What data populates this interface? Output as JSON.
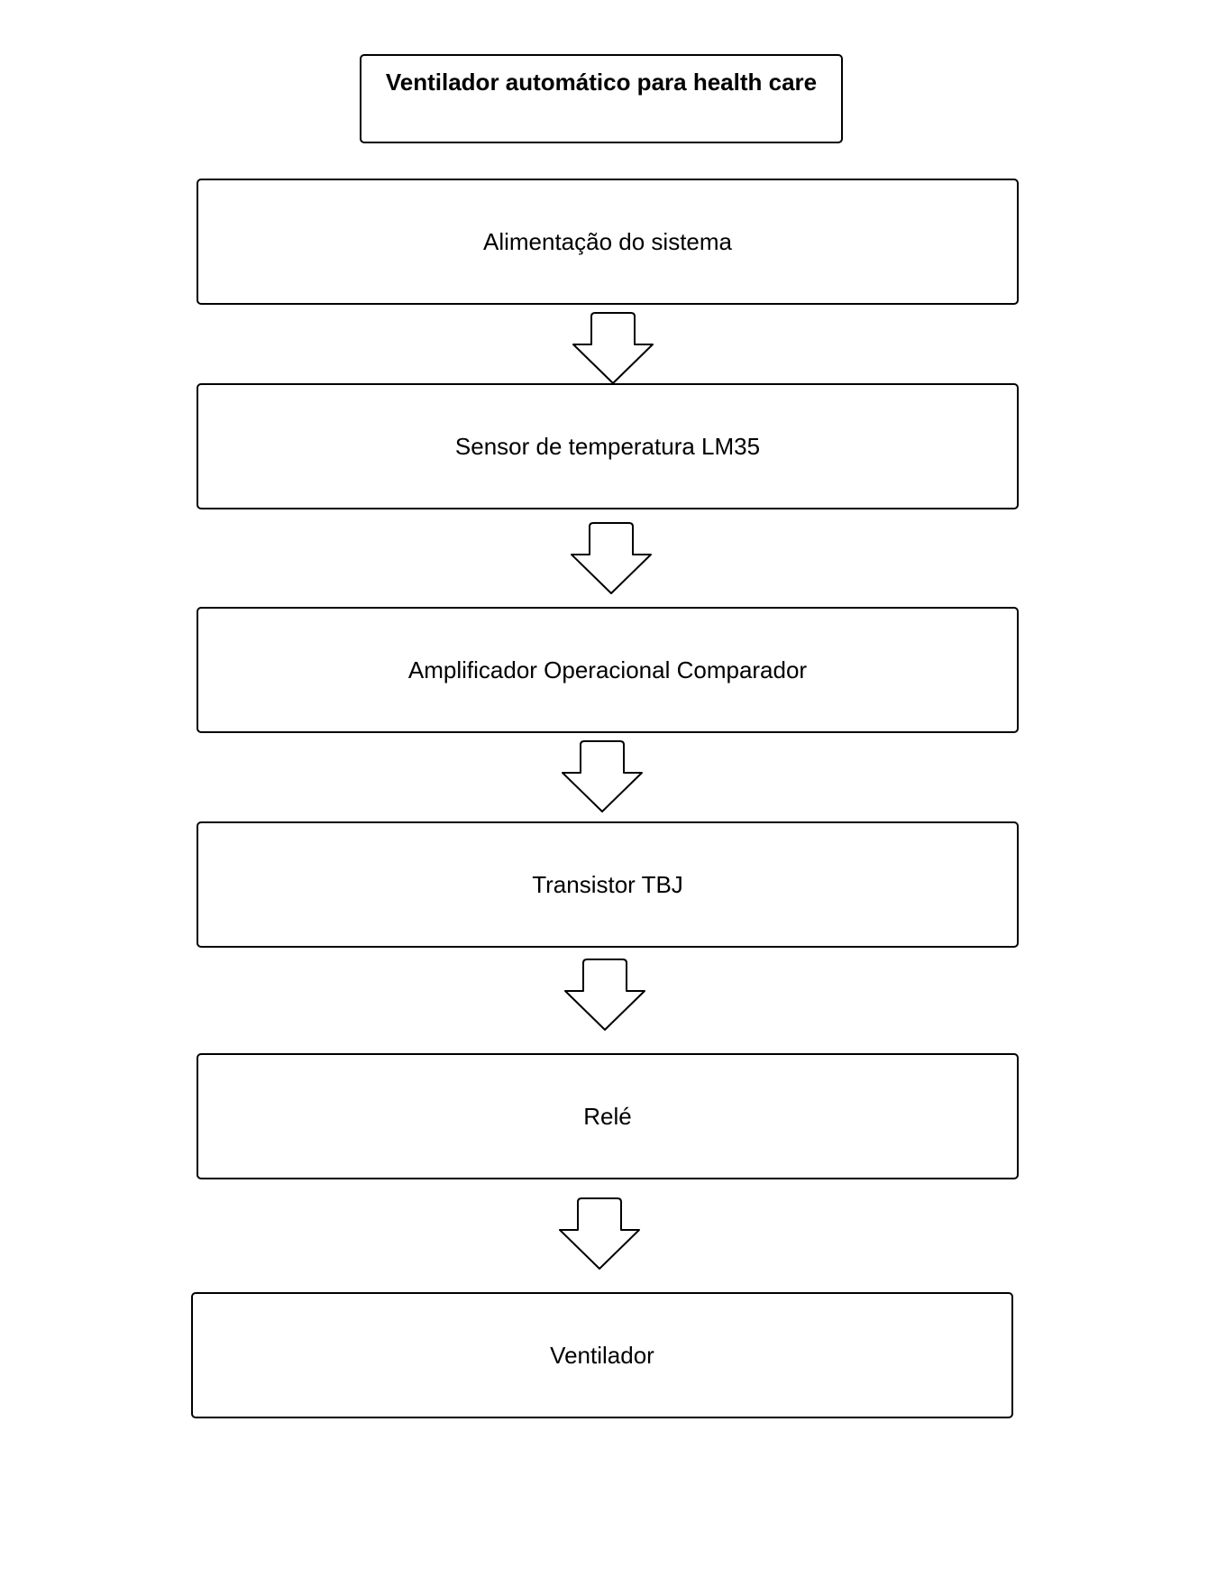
{
  "diagram": {
    "title": "Ventilador automático para health care",
    "nodes": [
      {
        "label": "Alimentação do sistema"
      },
      {
        "label": "Sensor de temperatura LM35"
      },
      {
        "label": "Amplificador Operacional Comparador"
      },
      {
        "label": "Transistor TBJ"
      },
      {
        "label": "Relé"
      },
      {
        "label": "Ventilador"
      }
    ],
    "arrow_icon": "block-arrow-down-icon",
    "colors": {
      "stroke": "#000000",
      "fill": "#ffffff"
    }
  }
}
